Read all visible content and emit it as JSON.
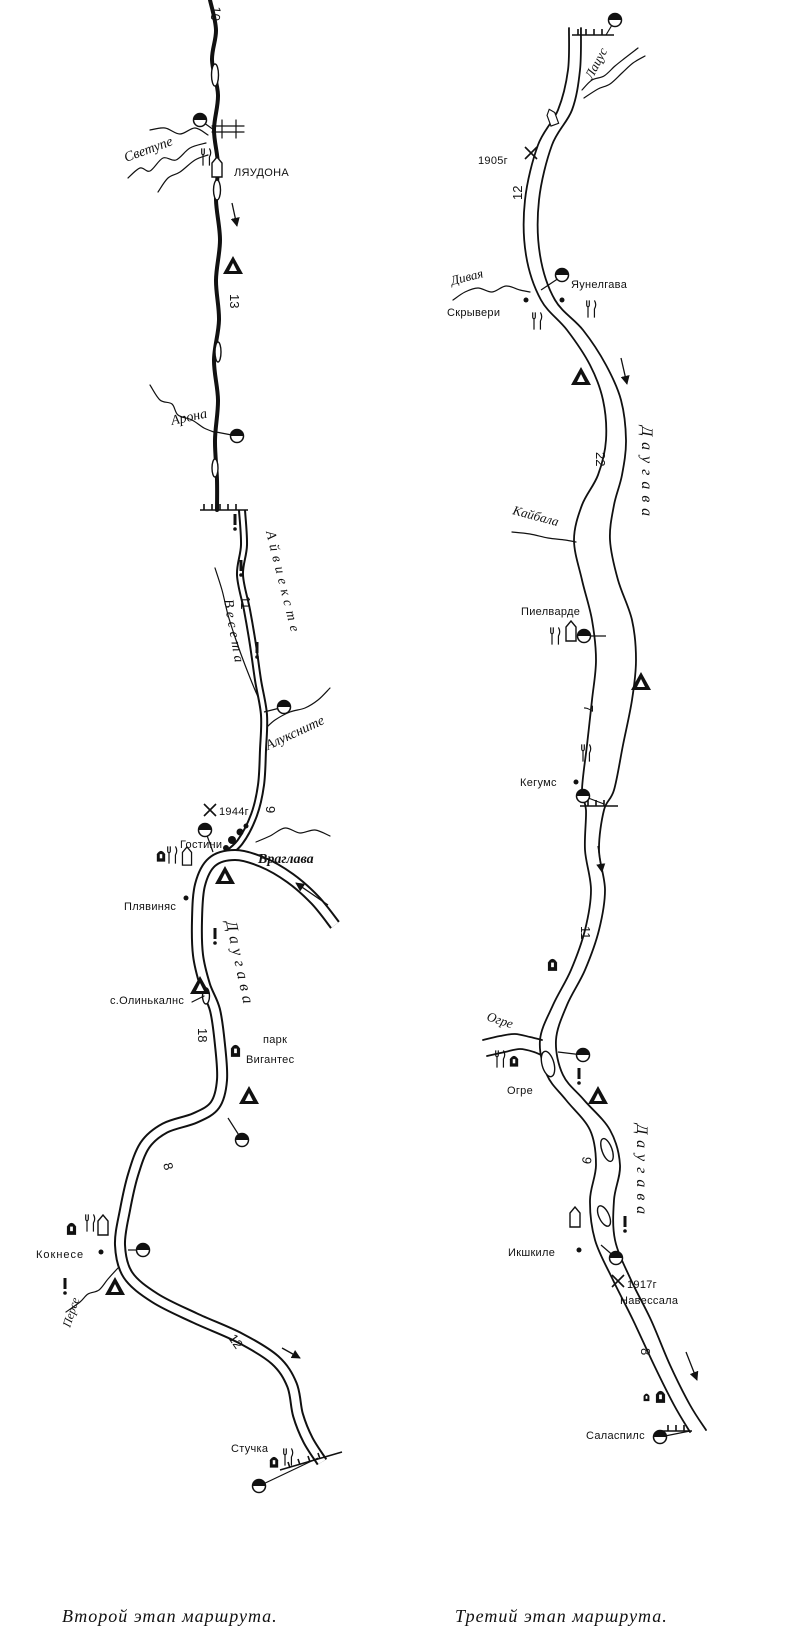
{
  "captions": {
    "left": "Второй этап маршрута.",
    "right": "Третий этап маршрута."
  },
  "left_map": {
    "km_top": "10",
    "river_svetupe": "Светупе",
    "town_liaudona": "ЛЯУДОНА",
    "km_13": "13",
    "river_arona": "Арона",
    "river_aiviekste": "Айвиексте",
    "km_11": "11",
    "river_veseta": "Весета",
    "river_aluksnite": "Алуксните",
    "battle_year": "1944г",
    "km_9": "9",
    "town_gostini": "Гостини",
    "river_vraglava": "Враглава",
    "town_plyavinyas": "Плявиняс",
    "river_daugava": "Даугава",
    "town_olinkalns": "с.Олинькалнс",
    "km_18": "18",
    "park_label": "парк",
    "park_name": "Вигантес",
    "km_8": "8",
    "town_koknese": "Кокнесе",
    "river_perse": "Персе",
    "km_12": "12",
    "town_stuchka": "Стучка"
  },
  "right_map": {
    "river_lacus": "Лацус",
    "battle_year_top": "1905г",
    "km_12": "12",
    "river_divaya": "Дивая",
    "town_jaunelgava": "Яунелгава",
    "town_skriveri": "Скрывери",
    "km_22": "22",
    "river_daugava_upper": "Даугава",
    "river_kaibala": "Кайбала",
    "town_pielvarde": "Пиелварде",
    "km_7": "7",
    "town_kegums": "Кегумс",
    "km_11": "11",
    "river_ogre": "Огре",
    "town_ogre": "Огре",
    "km_9": "9",
    "river_daugava_lower": "Даугава",
    "town_ikshkile": "Икшкиле",
    "battle_year_bottom": "1917г",
    "place_navessala": "Навессала",
    "km_8": "8",
    "town_salaspils": "Саласпилс"
  },
  "map_icons": [
    "landing-icon",
    "camp-icon",
    "fork-knife-icon",
    "warning-icon",
    "battle-icon",
    "building-icon",
    "monument-icon",
    "flow-arrow-icon"
  ],
  "colors": {
    "ink": "#111111",
    "paper": "#ffffff"
  }
}
